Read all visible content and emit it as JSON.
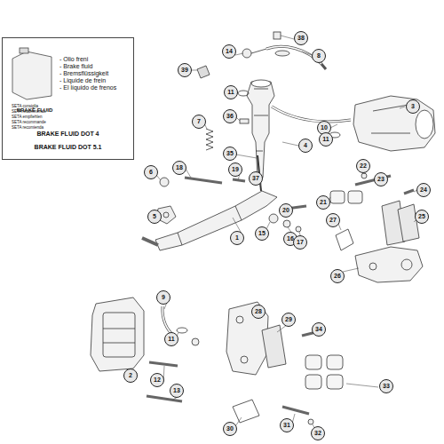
{
  "diagram": {
    "nodes": [
      {
        "text": [
          "BRAKE FLUID",
          "- Olio freni",
          "- Brake fluid",
          "- Bremsflüssigkeit",
          "- Liquide de frein",
          "- El líquido de frenos",
          "SETA consiglia",
          "SETA recommends",
          "SETA empfiehlen",
          "SETA recommande",
          "SETA recomienda",
          "BRAKE FLUID DOT 4",
          "BRAKE FLUID DOT 5.1"
        ]
      }
    ],
    "labels": [
      "14",
      "38",
      "8",
      "39",
      "11",
      "10",
      "3",
      "7",
      "36",
      "11",
      "4",
      "35",
      "6",
      "18",
      "19",
      "22",
      "23",
      "37",
      "21",
      "24",
      "20",
      "5",
      "15",
      "16",
      "27",
      "25",
      "17",
      "1",
      "26",
      "9",
      "28",
      "29",
      "34",
      "11",
      "2",
      "12",
      "33",
      "13",
      "31",
      "30",
      "32"
    ]
  }
}
